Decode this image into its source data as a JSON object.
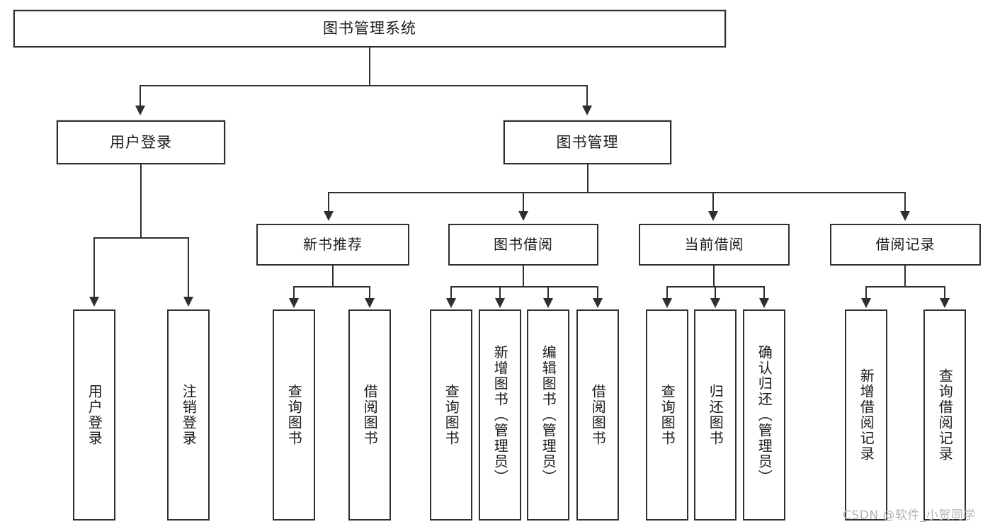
{
  "diagram": {
    "title": "图书管理系统",
    "type": "tree-hierarchy-diagram",
    "root": {
      "label": "图书管理系统"
    },
    "level2": [
      {
        "label": "用户登录"
      },
      {
        "label": "图书管理"
      }
    ],
    "level3": [
      {
        "label": "新书推荐"
      },
      {
        "label": "图书借阅"
      },
      {
        "label": "当前借阅"
      },
      {
        "label": "借阅记录"
      }
    ],
    "leaves": {
      "user_login": [
        {
          "label": "用户登录"
        },
        {
          "label": "注销登录"
        }
      ],
      "new_book_recommend": [
        {
          "label": "查询图书"
        },
        {
          "label": "借阅图书"
        }
      ],
      "book_borrow": [
        {
          "label": "查询图书"
        },
        {
          "label": "新增图书（管理员）"
        },
        {
          "label": "编辑图书（管理员）"
        },
        {
          "label": "借阅图书"
        }
      ],
      "current_borrow": [
        {
          "label": "查询图书"
        },
        {
          "label": "归还图书"
        },
        {
          "label": "确认归还（管理员）"
        }
      ],
      "borrow_record": [
        {
          "label": "新增借阅记录"
        },
        {
          "label": "查询借阅记录"
        }
      ]
    }
  },
  "watermark": {
    "text": "CSDN @软件_小贺同学"
  },
  "colors": {
    "stroke": "#2f2f2f",
    "fill": "#ffffff",
    "text": "#1c1c1c",
    "watermark": "#b4b4b4"
  }
}
